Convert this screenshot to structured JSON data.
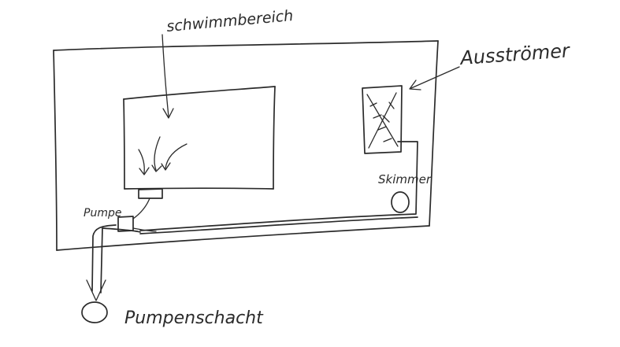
{
  "labels": {
    "top_area": "schwimmbereich",
    "filter": "Ausströmer",
    "skimmer": "Skimmer",
    "pump": "Pumpe",
    "pump_station": "Pumpenschacht"
  }
}
